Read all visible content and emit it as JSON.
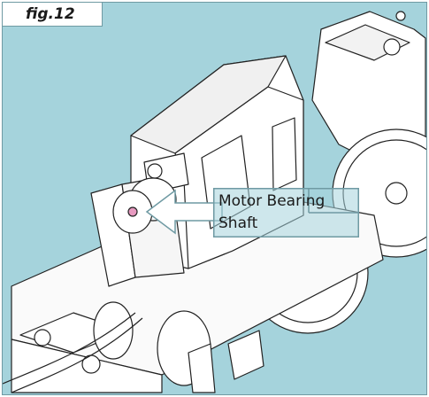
{
  "figure": {
    "label": "fig.12"
  },
  "callout": {
    "line1": "Motor Bearing",
    "line2": "Shaft"
  },
  "colors": {
    "background": "#a5d3dc",
    "frame_border": "#6f9aa3",
    "label_box": "#ffffff",
    "arrow_fill": "#ffffff",
    "line_art": "#222222"
  }
}
